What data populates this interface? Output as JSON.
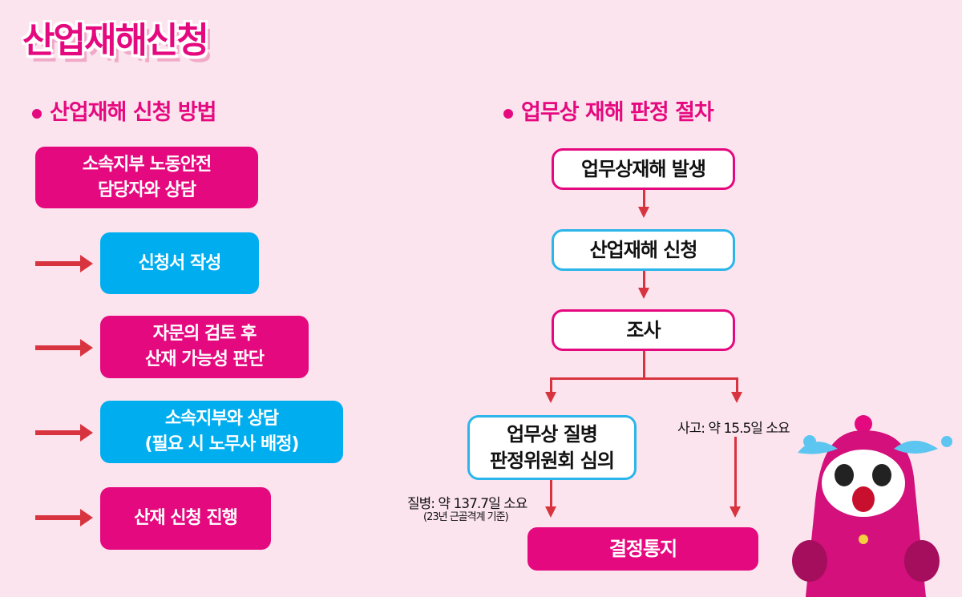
{
  "title": "산업재해신청",
  "left": {
    "heading": "산업재해 신청 방법",
    "steps": [
      "소속지부 노동안전\n담당자와 상담",
      "신청서 작성",
      "자문의 검토 후\n산재 가능성 판단",
      "소속지부와 상담\n(필요 시 노무사 배정)",
      "산재 신청 진행"
    ]
  },
  "right": {
    "heading": "업무상 재해 판정 절차",
    "nodes": [
      "업무상재해 발생",
      "산업재해 신청",
      "조사",
      "업무상 질병\n판정위원회 심의",
      "결정통지"
    ],
    "disease_note": "질병: 약 137.7일 소요",
    "disease_sub": "(23년 근골격계 기준)",
    "accident_note": "사고: 약 15.5일 소요"
  },
  "colors": {
    "pink": "#e5097f",
    "blue": "#00aeef",
    "arrow": "#d8343f",
    "bg": "#fce4ee"
  }
}
